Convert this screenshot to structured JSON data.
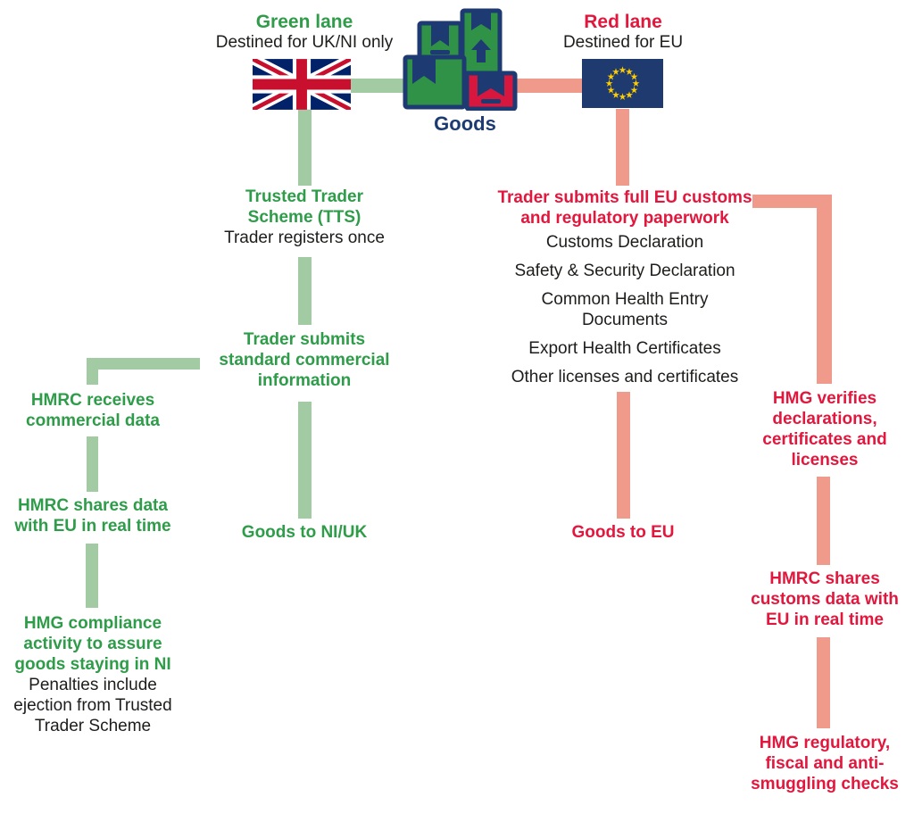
{
  "header": {
    "green_lane_title": "Green lane",
    "green_lane_subtitle": "Destined for UK/NI only",
    "red_lane_title": "Red lane",
    "red_lane_subtitle": "Destined for EU",
    "goods_label": "Goods"
  },
  "icons": {
    "uk_flag": "uk-flag-icon",
    "eu_flag": "eu-flag-icon",
    "goods": "goods-boxes-icon"
  },
  "green_lane": {
    "tts_title": "Trusted Trader Scheme (TTS)",
    "tts_subtitle": "Trader registers once",
    "submit": "Trader submits standard commercial information",
    "goods_to": "Goods to NI/UK",
    "hmrc_receives": "HMRC receives commercial data",
    "hmrc_shares": "HMRC shares data with EU in real time",
    "hmg_compliance": "HMG compliance activity to assure goods staying in NI",
    "penalties_note": "Penalties include ejection from Trusted Trader Scheme"
  },
  "red_lane": {
    "submit": "Trader submits full EU customs and regulatory paperwork",
    "documents": [
      "Customs Declaration",
      "Safety & Security Declaration",
      "Common Health Entry Documents",
      "Export Health Certificates",
      "Other licenses and certificates"
    ],
    "goods_to": "Goods to EU",
    "hmg_verifies": "HMG verifies declarations, certificates and licenses",
    "hmrc_shares": "HMRC shares customs data with EU in real time",
    "hmg_checks": "HMG regulatory, fiscal and anti-smuggling checks"
  },
  "colors": {
    "green_text": "#2e9c49",
    "green_line": "#a3cba3",
    "red_text": "#e2173d",
    "red_line": "#f09a8c",
    "navy": "#1e3a72",
    "box_green": "#2f9246",
    "box_red": "#d8173f",
    "uk_blue": "#012169",
    "uk_red": "#c8102e",
    "eu_blue": "#1e3a6e",
    "eu_star": "#ffcc00"
  }
}
